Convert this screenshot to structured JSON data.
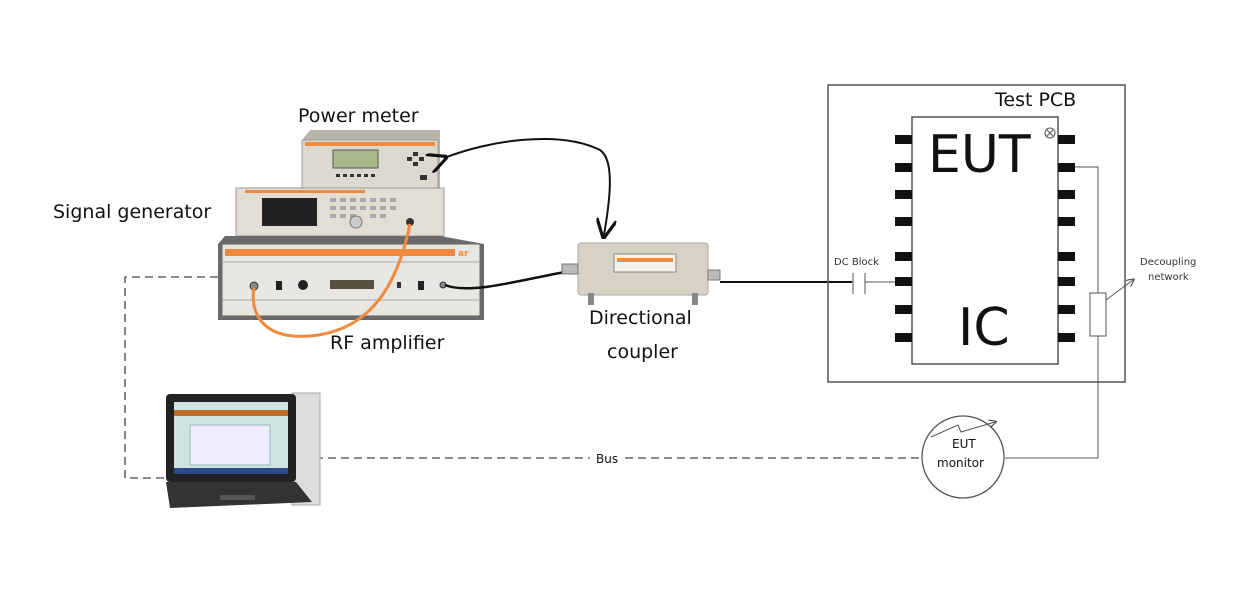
{
  "labels": {
    "power_meter": "Power meter",
    "signal_generator": "Signal generator",
    "rf_amplifier": "RF amplifier",
    "directional_coupler_line1": "Directional",
    "directional_coupler_line2": "coupler",
    "test_pcb": "Test PCB",
    "eut": "EUT",
    "ic": "IC",
    "dc_block": "DC Block",
    "decoupling_line1": "Decoupling",
    "decoupling_line2": "network",
    "eut_monitor_line1": "EUT",
    "eut_monitor_line2": "monitor",
    "bus": "Bus",
    "amp_brand": "ar"
  },
  "colors": {
    "orange": "#f08a3c",
    "device_body": "#d9d6cc",
    "lcd": "#a9b98a",
    "line": "#333333"
  }
}
